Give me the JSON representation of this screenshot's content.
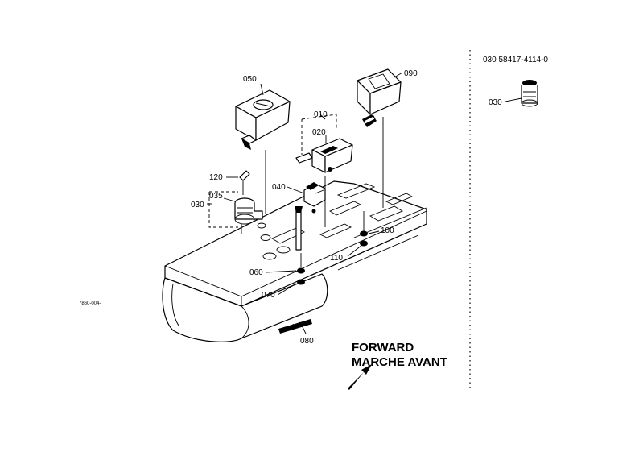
{
  "diagram": {
    "callouts": {
      "p050": "050",
      "p090": "090",
      "p010": "010",
      "p020": "020",
      "p040": "040",
      "p120": "120",
      "p035": "035",
      "p030": "030",
      "p100": "100",
      "p110": "110",
      "p060": "060",
      "p070": "070",
      "p080": "080"
    },
    "side_panel": {
      "part_ref": "030 58417-4114-0",
      "callout": "030"
    },
    "figure_code": "7860-004-",
    "direction": {
      "line1": "FORWARD",
      "line2": "MARCHE AVANT"
    }
  }
}
